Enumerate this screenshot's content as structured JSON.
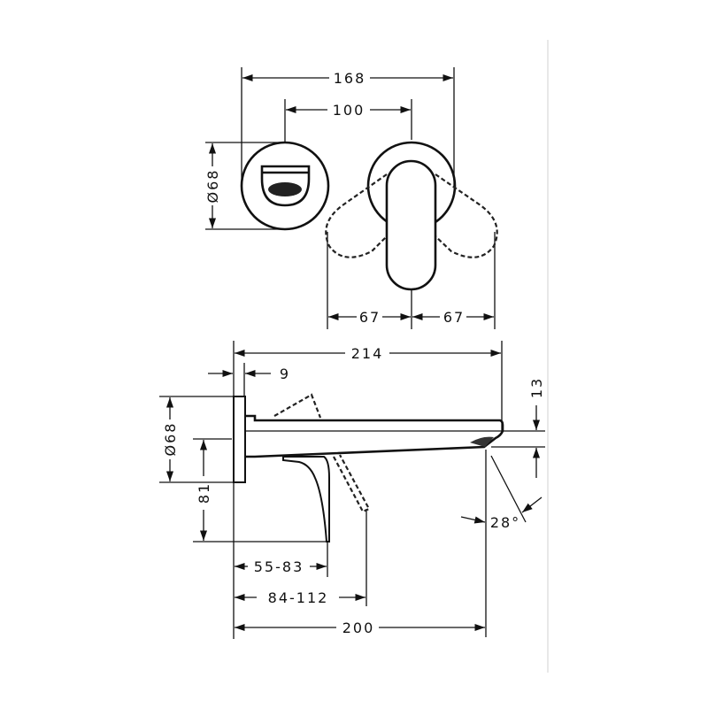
{
  "drawing": {
    "front_view": {
      "overall_width": "168",
      "center_distance": "100",
      "rosette_diameter": "Ø68",
      "lever_swing_left": "67",
      "lever_swing_right": "67"
    },
    "side_view": {
      "spout_projection": "214",
      "plate_thickness": "9",
      "rosette_diameter": "Ø68",
      "lever_height": "81",
      "lever_distance": "55-83",
      "lever_swing_distance": "84-112",
      "outlet_distance": "200",
      "spout_height": "13",
      "jet_angle": "28°"
    }
  },
  "colors": {
    "line": "#111111",
    "guide": "#e6e6e6"
  }
}
